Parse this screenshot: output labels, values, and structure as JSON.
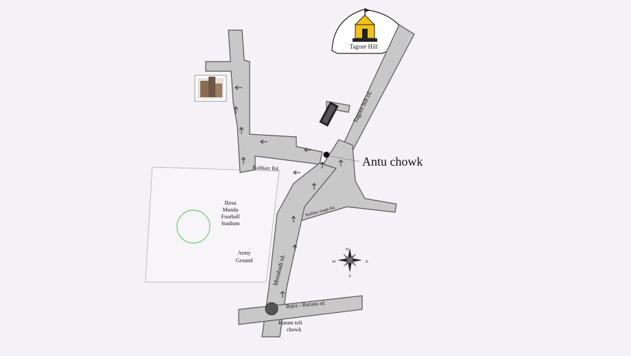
{
  "map": {
    "labels": {
      "tagore_hill": "Tagore Hill",
      "tagore_hill_rd": "Tagore hill rd.",
      "antu_chowk": "Antu chowk",
      "baliharr_rd": "Baliharr Rd.",
      "birsa_stadium": [
        "Birsa",
        "Munda",
        "Football",
        "Stadium"
      ],
      "army_ground": [
        "Army",
        "Ground"
      ],
      "side_rd": "Barbhar Singh Rd.",
      "morabadi_rd": "Morabadi rd.",
      "bajra_bariatu_rd": "Bajra - Bariatu rd.",
      "karam_toli_chowk": [
        "Karam toli",
        "chowk"
      ]
    },
    "compass": {
      "n": "N",
      "s": "S",
      "e": "E",
      "w": "W"
    },
    "colors": {
      "road": "#c8c8c8",
      "road_outline": "#555555",
      "background": "#f4f2f6",
      "temple": "#f2c21a",
      "stadium_ring": "#7fcf7f"
    }
  }
}
